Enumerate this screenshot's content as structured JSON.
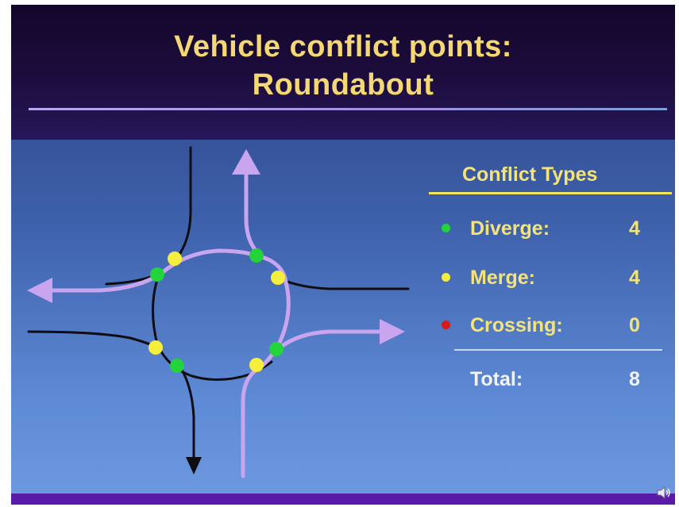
{
  "title": {
    "line1": "Vehicle conflict points:",
    "line2": "Roundabout"
  },
  "legend": {
    "heading": "Conflict Types",
    "items": [
      {
        "label": "Diverge:",
        "count": "4",
        "color": "#22d33a"
      },
      {
        "label": "Merge:",
        "count": "4",
        "color": "#f5ef3c"
      },
      {
        "label": "Crossing:",
        "count": "0",
        "color": "#d81a1a"
      }
    ],
    "total_label": "Total:",
    "total_value": "8"
  },
  "colors": {
    "title": "#f4d873",
    "legend_text": "#f4e478",
    "path_purple": "#c9a4ef",
    "road_black": "#0d0d12",
    "diverge": "#22d33a",
    "merge": "#f5ef3c",
    "crossing": "#d81a1a",
    "bottom_bar": "#5a1aa8"
  },
  "icons": {
    "speaker": "speaker-icon"
  }
}
